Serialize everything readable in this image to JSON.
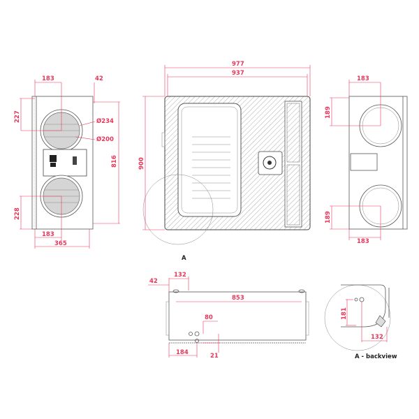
{
  "side_view_left": {
    "dims": {
      "top_width": "183",
      "offset_top": "42",
      "upper_height": "227",
      "outer_diameter": "Ø234",
      "inner_diameter": "Ø200",
      "mount_height": "816",
      "lower_height": "228",
      "bottom_width": "183",
      "total_width": "365"
    }
  },
  "front_view": {
    "dims": {
      "total_width": "977",
      "inner_width": "937",
      "height": "900"
    },
    "detail_marker": "A"
  },
  "side_view_right": {
    "dims": {
      "top_width": "183",
      "upper_height": "189",
      "lower_height": "189",
      "bottom_width": "183"
    }
  },
  "bottom_view": {
    "dims": {
      "offset_left": "42",
      "foot_spacing": "132",
      "foot_distance": "853",
      "drain_height": "80",
      "drain_offset": "184",
      "drain_depth": "21"
    }
  },
  "detail_a": {
    "caption": "A - backview",
    "dims": {
      "height": "181",
      "width": "132"
    }
  },
  "colors": {
    "dimension": "#e8375a",
    "outline": "#555555"
  }
}
